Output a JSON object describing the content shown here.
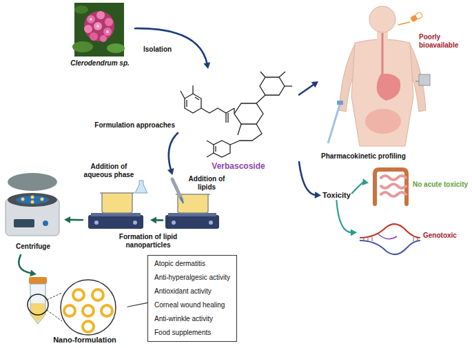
{
  "diagram": {
    "nodes": [
      {
        "text": [
          "Clerodendrum sp."
        ]
      },
      {
        "text": [
          "Verbascoside"
        ]
      },
      {
        "text": [
          "Pharmacokinetic profiling",
          "Poorly bioavailable"
        ]
      },
      {
        "text": [
          "Toxicity"
        ]
      },
      {
        "text": [
          "No acute toxicity"
        ]
      },
      {
        "text": [
          "Genotoxic"
        ]
      },
      {
        "text": [
          "Addition of lipids"
        ]
      },
      {
        "text": [
          "Addition of aqueous phase"
        ]
      },
      {
        "text": [
          "Centrifuge"
        ]
      },
      {
        "text": [
          "Nano-formulation"
        ]
      },
      {
        "text": [
          "Atopic dermatitis",
          "Anti-hyperalgesic activity",
          "Antioxidant activity",
          "Corneal wound healing",
          "Anti-wrinkle activity",
          "Food supplements"
        ]
      }
    ],
    "edges": [
      {
        "from": 0,
        "to": 1,
        "arrow": "to",
        "label": "Isolation"
      },
      {
        "from": 1,
        "to": 2,
        "arrow": "to"
      },
      {
        "from": 1,
        "to": 3,
        "arrow": "to"
      },
      {
        "from": 3,
        "to": 4,
        "arrow": "to"
      },
      {
        "from": 3,
        "to": 5,
        "arrow": "to"
      },
      {
        "from": 1,
        "to": 6,
        "arrow": "to",
        "label": "Formulation approaches"
      },
      {
        "from": 6,
        "to": 7,
        "arrow": "to"
      },
      {
        "from": 7,
        "to": 8,
        "arrow": "to"
      },
      {
        "from": 8,
        "to": 9,
        "arrow": "to"
      },
      {
        "from": 9,
        "to": 10,
        "arrow": "none"
      }
    ],
    "labels": [
      "Formation of lipid nanoparticles"
    ]
  }
}
